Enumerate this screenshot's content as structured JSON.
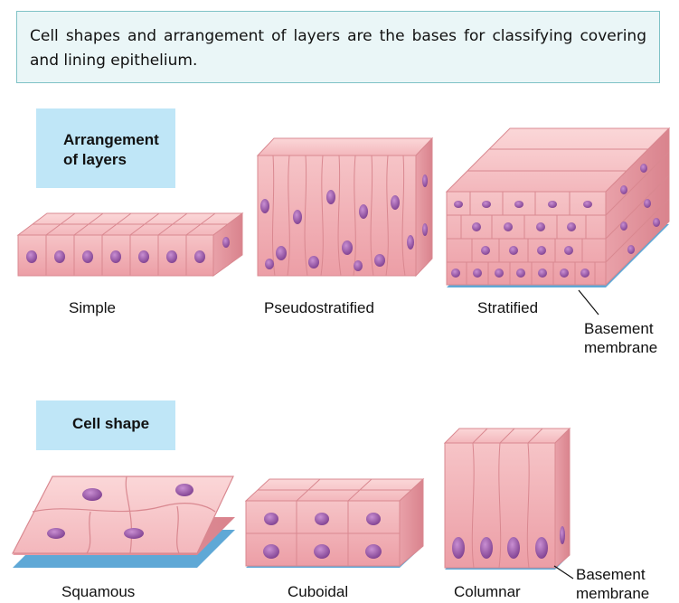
{
  "note": {
    "text": "Cell shapes and arrangement of layers are the bases for classifying covering and lining epithelium."
  },
  "arrangement": {
    "heading_line1": "Arrangement",
    "heading_line2": "of layers",
    "simple_label": "Simple",
    "pseudostratified_label": "Pseudostratified",
    "stratified_label": "Stratified",
    "basement_line1": "Basement",
    "basement_line2": "membrane"
  },
  "shape": {
    "heading": "Cell shape",
    "squamous_label": "Squamous",
    "cuboidal_label": "Cuboidal",
    "columnar_label": "Columnar",
    "basement_line1": "Basement",
    "basement_line2": "membrane"
  },
  "colors": {
    "cell_fill": "#f4bcc0",
    "cell_top": "#f8cfd0",
    "cell_side": "#e89aa3",
    "cell_outline": "#d98890",
    "nucleus": "#9a5ba6",
    "membrane": "#5fa8d6",
    "heading_bg": "#bfe6f7",
    "note_bg": "#eaf6f7",
    "note_border": "#7fc2c6"
  }
}
